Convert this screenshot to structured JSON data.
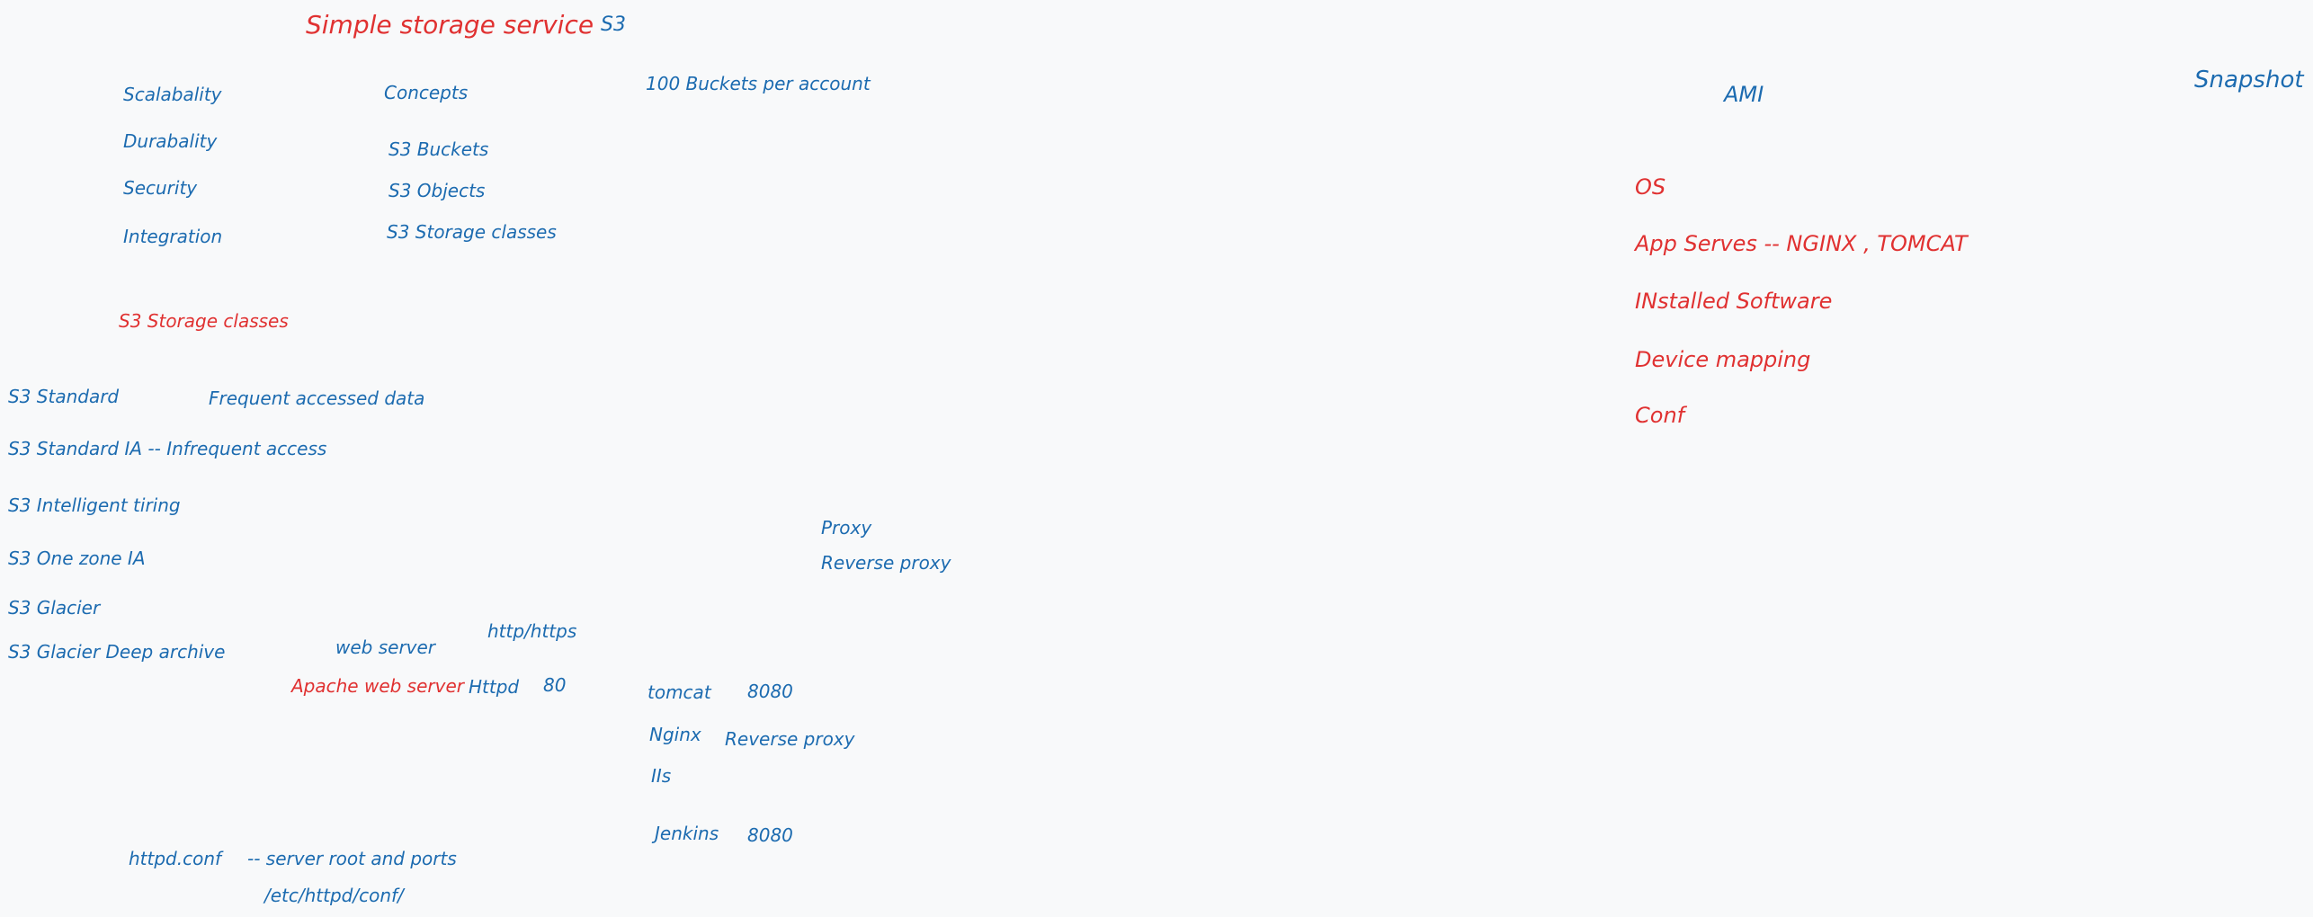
{
  "title": {
    "main": "Simple storage service",
    "abbr": "S3"
  },
  "s3_features": [
    "Scalabality",
    "Durabality",
    "Security",
    "Integration"
  ],
  "s3_concepts": {
    "heading": "Concepts",
    "items": [
      "S3 Buckets",
      "S3 Objects",
      "S3 Storage classes"
    ],
    "bucket_limit": "100 Buckets per account"
  },
  "storage_classes": {
    "heading": "S3 Storage classes",
    "standard": "S3 Standard",
    "standard_note": "Frequent accessed data",
    "standard_ia": "S3 Standard IA -- Infrequent access",
    "intelligent": "S3 Intelligent tiring",
    "one_zone": "S3 One zone IA",
    "glacier": "S3 Glacier",
    "glacier_deep": "S3 Glacier Deep archive"
  },
  "web": {
    "web_server": "web server",
    "protocol": "http/https",
    "apache": "Apache web server",
    "httpd": "Httpd",
    "httpd_port": "80",
    "tomcat": "tomcat",
    "tomcat_port": "8080",
    "nginx": "Nginx",
    "nginx_role": "Reverse proxy",
    "iis": "IIs",
    "jenkins": "Jenkins",
    "jenkins_port": "8080",
    "proxy": "Proxy",
    "reverse_proxy": "Reverse proxy",
    "httpd_conf": "httpd.conf",
    "httpd_conf_note": "-- server root and ports",
    "conf_path": "/etc/httpd/conf/"
  },
  "ami": {
    "heading": "AMI",
    "snapshot": "Snapshot",
    "items": [
      "OS",
      "App Serves -- NGINX , TOMCAT",
      "INstalled Software",
      "Device mapping",
      "Conf"
    ]
  },
  "colors": {
    "background": "#f8f9fa",
    "blue": "#1c6bb0",
    "red": "#e03131"
  }
}
